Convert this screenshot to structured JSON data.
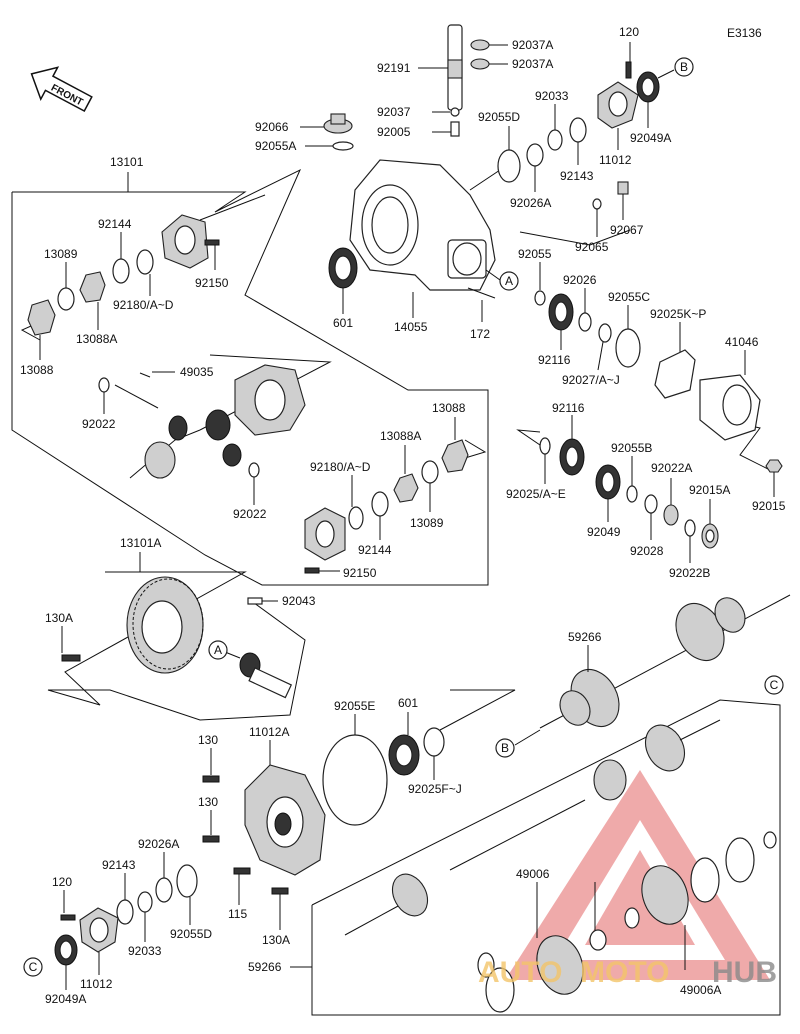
{
  "diagram_code": "E3136",
  "front_label": "FRONT",
  "watermark": {
    "left": "AUTO",
    "mid": "MOTO",
    "right": "HUB"
  },
  "callouts": {
    "a": "A",
    "b": "B",
    "c": "C"
  },
  "labels": {
    "p92191": "92191",
    "p92037A_1": "92037A",
    "p92037A_2": "92037A",
    "p120_top": "120",
    "p92037": "92037",
    "p92005": "92005",
    "p92066": "92066",
    "p92055A": "92055A",
    "p92055D_top": "92055D",
    "p92033_top": "92033",
    "p92143_top": "92143",
    "p92026A_top": "92026A",
    "p11012_top": "11012",
    "p92049A_top": "92049A",
    "p92067": "92067",
    "p92065": "92065",
    "p13101": "13101",
    "p92144_top": "92144",
    "p13089_top": "13089",
    "p92150_top": "92150",
    "p92180_top": "92180/A~D",
    "p13088A_top": "13088A",
    "p13088_top": "13088",
    "p601_top": "601",
    "p14055": "14055",
    "p172": "172",
    "p92055": "92055",
    "p92026": "92026",
    "p92055C": "92055C",
    "p92025KP": "92025K~P",
    "p92116_1": "92116",
    "p92027": "92027/A~J",
    "p41046": "41046",
    "p49035": "49035",
    "p92022_1": "92022",
    "p92022_2": "92022",
    "p13088_mid": "13088",
    "p13088A_mid": "13088A",
    "p92180_mid": "92180/A~D",
    "p13089_mid": "13089",
    "p92144_mid": "92144",
    "p92150_mid": "92150",
    "p92116_2": "92116",
    "p92025AE": "92025/A~E",
    "p92055B": "92055B",
    "p92022A": "92022A",
    "p92015A": "92015A",
    "p92015": "92015",
    "p92049": "92049",
    "p92028": "92028",
    "p92022B": "92022B",
    "p13101A": "13101A",
    "p92043": "92043",
    "p130A_left": "130A",
    "p59266_top": "59266",
    "p92055E": "92055E",
    "p601_bot": "601",
    "p92025FJ": "92025F~J",
    "p130_1": "130",
    "p11012A": "11012A",
    "p130_2": "130",
    "p92026A_bot": "92026A",
    "p92143_bot": "92143",
    "p120_bot": "120",
    "p92033_bot": "92033",
    "p92055D_bot": "92055D",
    "p115": "115",
    "p130A_bot": "130A",
    "p11012_bot": "11012",
    "p92049A_bot": "92049A",
    "p49006": "49006",
    "p49006A": "49006A",
    "p59266_bot": "59266"
  }
}
